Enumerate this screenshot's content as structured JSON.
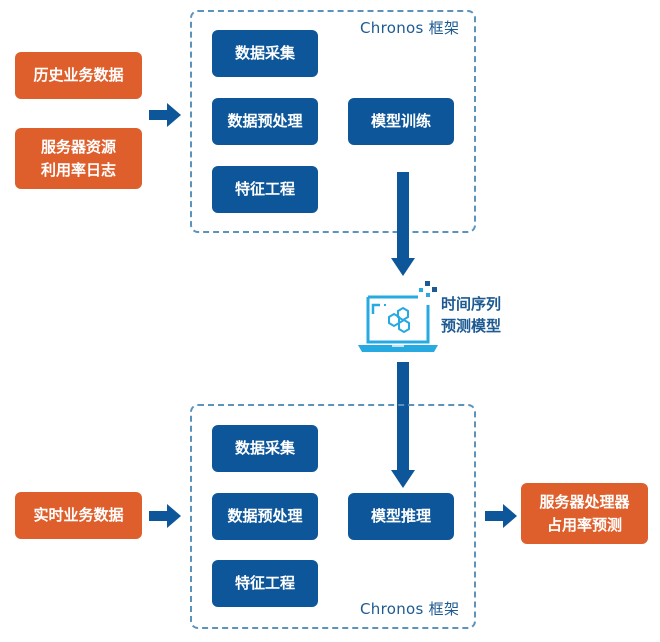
{
  "colors": {
    "process_blue": "#0d569a",
    "data_orange": "#df5f2c",
    "frame_dash": "#5b93bd",
    "icon_cyan": "#27aae1"
  },
  "training": {
    "inputs": [
      {
        "label": "历史业务数据"
      },
      {
        "label": "服务器资源\n利用率日志",
        "lines": [
          "服务器资源",
          "利用率日志"
        ]
      }
    ],
    "frame_label": "Chronos 框架",
    "steps": [
      "数据采集",
      "数据预处理",
      "特征工程"
    ],
    "model_step": "模型训练"
  },
  "model": {
    "icon": "laptop-hexagon-icon",
    "lines": [
      "时间序列",
      "预测模型"
    ]
  },
  "inference": {
    "input": "实时业务数据",
    "frame_label": "Chronos 框架",
    "steps": [
      "数据采集",
      "数据预处理",
      "特征工程"
    ],
    "model_step": "模型推理",
    "output": {
      "lines": [
        "服务器处理器",
        "占用率预测"
      ]
    }
  }
}
